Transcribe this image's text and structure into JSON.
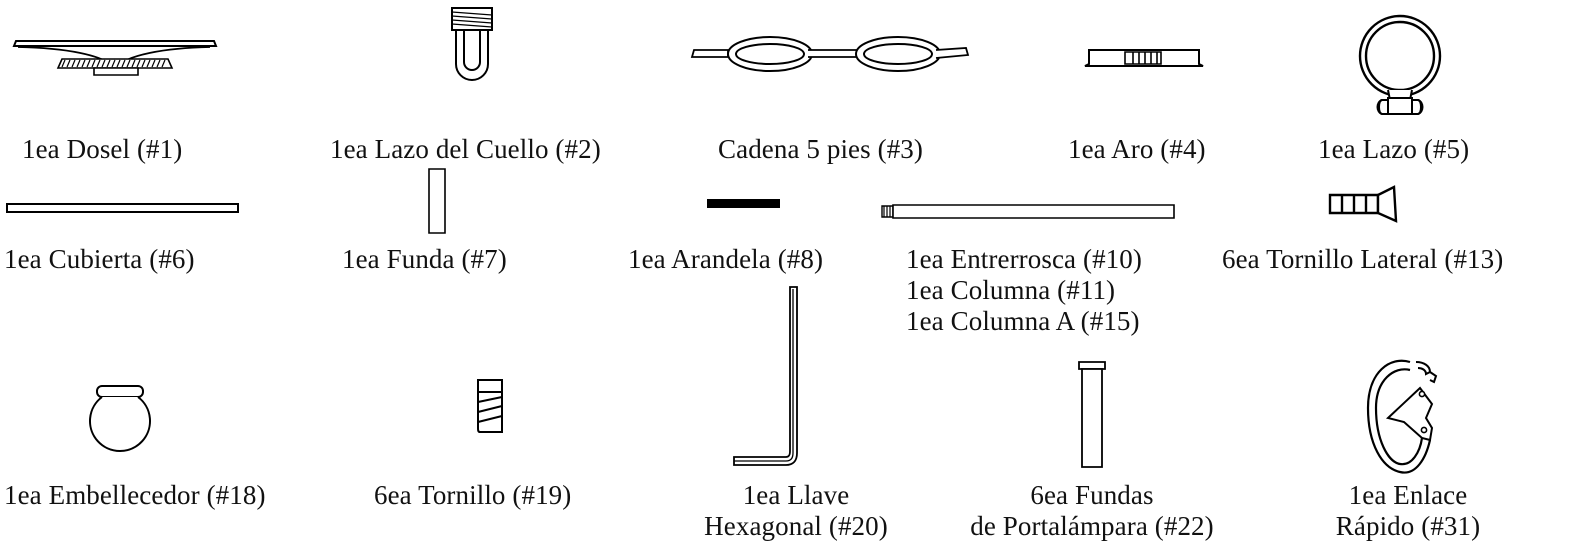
{
  "parts": [
    {
      "id": "p1",
      "label": "1ea Dosel (#1)",
      "icon": "canopy-icon"
    },
    {
      "id": "p2",
      "label": "1ea Lazo del Cuello (#2)",
      "icon": "neck-loop-icon"
    },
    {
      "id": "p3",
      "label": "Cadena 5 pies (#3)",
      "icon": "chain-icon"
    },
    {
      "id": "p4",
      "label": "1ea Aro (#4)",
      "icon": "ring-icon"
    },
    {
      "id": "p5",
      "label": "1ea Lazo (#5)",
      "icon": "loop-icon"
    },
    {
      "id": "p6",
      "label": "1ea Cubierta (#6)",
      "icon": "cover-plate-icon"
    },
    {
      "id": "p7",
      "label": "1ea Funda (#7)",
      "icon": "sleeve-icon"
    },
    {
      "id": "p8",
      "label": "1ea Arandela (#8)",
      "icon": "washer-icon"
    },
    {
      "id": "p10",
      "lines": [
        "1ea Entrerrosca (#10)",
        "1ea Columna (#11)",
        "1ea Columna A (#15)"
      ],
      "icon": "threaded-rod-icon"
    },
    {
      "id": "p13",
      "label": "6ea Tornillo Lateral (#13)",
      "icon": "side-screw-icon"
    },
    {
      "id": "p18",
      "label": "1ea Embellecedor (#18)",
      "icon": "finial-icon"
    },
    {
      "id": "p19",
      "label": "6ea Tornillo (#19)",
      "icon": "screw-icon"
    },
    {
      "id": "p20",
      "lines": [
        "1ea Llave",
        "Hexagonal (#20)"
      ],
      "icon": "hex-key-icon"
    },
    {
      "id": "p22",
      "lines": [
        "6ea Fundas",
        "de Portalámpara (#22)"
      ],
      "icon": "socket-sleeve-icon"
    },
    {
      "id": "p31",
      "lines": [
        "1ea Enlace",
        "Rápido (#31)"
      ],
      "icon": "quick-link-icon"
    }
  ]
}
